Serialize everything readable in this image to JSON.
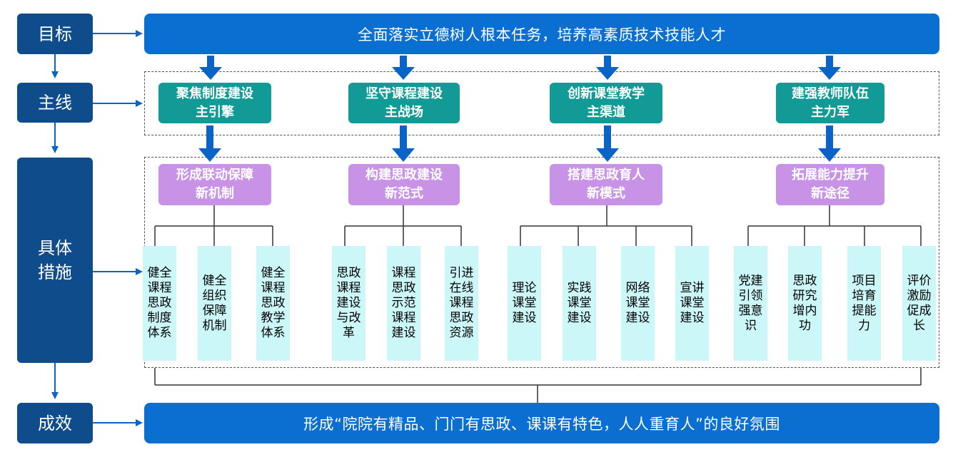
{
  "labels": {
    "goal": "目标",
    "mainline": "主线",
    "measures": "具体\n措施",
    "results": "成效"
  },
  "goal_text": "全面落实立德树人根本任务，培养高素质技术技能人才",
  "result_text": "形成“院院有精品、门门有思政、课课有特色，人人重育人”的良好氛围",
  "mainlines": [
    "聚焦制度建设\n主引擎",
    "坚守课程建设\n主战场",
    "创新课堂教学\n主渠道",
    "建强教师队伍\n主力军"
  ],
  "measures": [
    "形成联动保障\n新机制",
    "构建思政建设\n新范式",
    "搭建思政育人\n新模式",
    "拓展能力提升\n新途径"
  ],
  "leaves": [
    [
      "健全\n课程\n思政\n制度\n体系",
      "健全\n组织\n保障\n机制",
      "健全\n课程\n思政\n教学\n体系"
    ],
    [
      "思政\n课程\n建设\n与改\n革",
      "课程\n思政\n示范\n课程\n建设",
      "引进\n在线\n课程\n思政\n资源"
    ],
    [
      "理论\n课堂\n建设",
      "实践\n课堂\n建设",
      "网络\n课堂\n建设",
      "宣讲\n课堂\n建设"
    ],
    [
      "党建\n引领\n强意\n识",
      "思政\n研究\n增内\n功",
      "项目\n培育\n提能\n力",
      "评价\n激励\n促成\n长"
    ]
  ],
  "colors": {
    "left_label": "#0f4c8c",
    "banner": "#0a6fd1",
    "mainline": "#129a97",
    "measure": "#c893e6",
    "leaf": "#ccf7f9",
    "arrow": "#0a64c8"
  }
}
